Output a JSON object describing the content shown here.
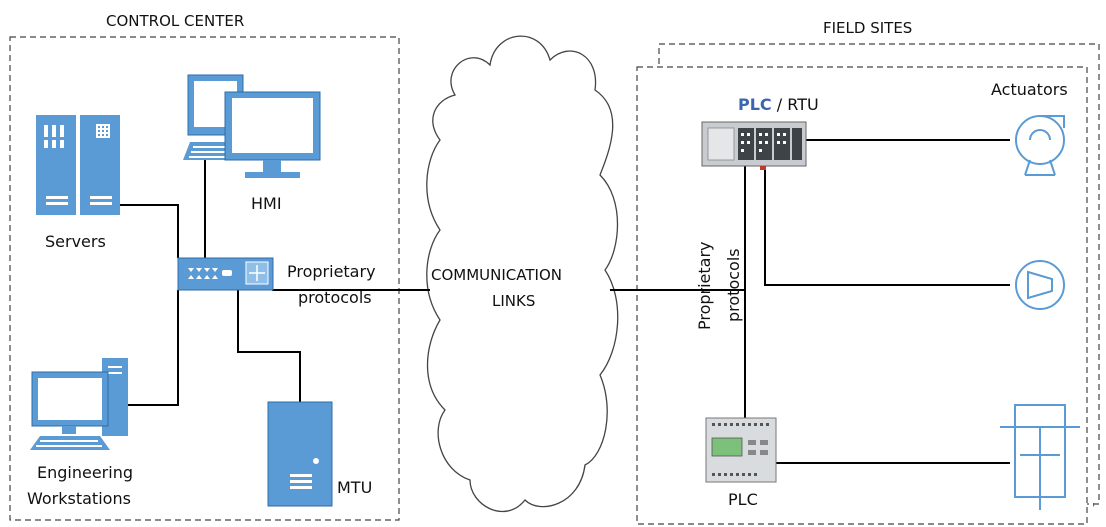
{
  "groups": {
    "control_center": "CONTROL CENTER",
    "field_sites": "FIELD SITES"
  },
  "nodes": {
    "servers": "Servers",
    "hmi": "HMI",
    "engineering_1": "Engineering",
    "engineering_2": "Workstations",
    "mtu": "MTU",
    "plc_rtu_a": "PLC",
    "plc_rtu_sep": " / ",
    "plc_rtu_b": "RTU",
    "plc": "PLC",
    "actuators": "Actuators"
  },
  "links": {
    "proprietary_1": "Proprietary",
    "proprietary_2": "protocols",
    "comm_1": "COMMUNICATION",
    "comm_2": "LINKS",
    "vert_1": "Proprietary",
    "vert_2": "protocols"
  },
  "colors": {
    "device_blue": "#5B9BD5",
    "device_dark": "#2E6DA8",
    "line": "#000000",
    "border_dash": "#444444",
    "plc_accent": "#3A66B0"
  }
}
